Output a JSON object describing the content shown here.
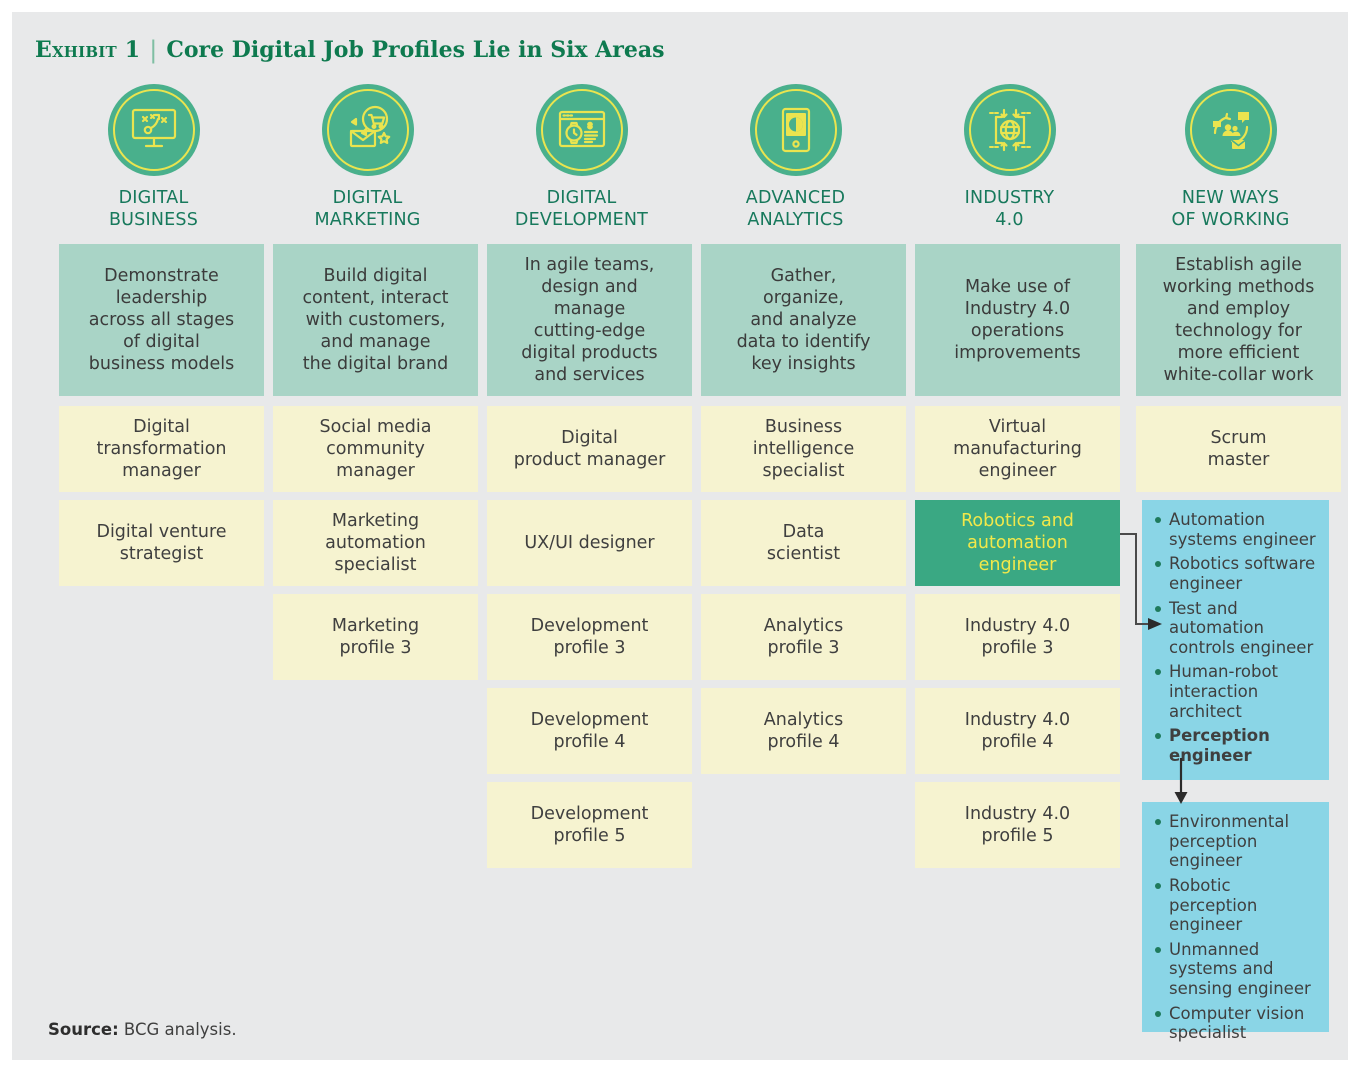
{
  "title": {
    "exhibit_label": "Exhibit 1",
    "separator": "|",
    "headline": "Core Digital Job Profiles Lie in Six Areas"
  },
  "columns": [
    {
      "icon": "strategy-screen-icon",
      "label_line1": "DIGITAL",
      "label_line2": "BUSINESS",
      "description": "Demonstrate\nleadership\nacross all stages\nof digital\nbusiness models",
      "profiles": [
        "Digital\ntransformation\nmanager",
        "Digital venture\nstrategist"
      ]
    },
    {
      "icon": "shopping-cart-mail-icon",
      "label_line1": "DIGITAL",
      "label_line2": "MARKETING",
      "description": "Build digital\ncontent, interact\nwith customers,\nand manage\nthe digital brand",
      "profiles": [
        "Social media\ncommunity\nmanager",
        "Marketing\nautomation\nspecialist",
        "Marketing\nprofile 3"
      ]
    },
    {
      "icon": "browser-window-watch-icon",
      "label_line1": "DIGITAL",
      "label_line2": "DEVELOPMENT",
      "description": "In agile teams,\ndesign and\nmanage\ncutting-edge\ndigital products\nand services",
      "profiles": [
        "Digital\nproduct manager",
        "UX/UI designer",
        "Development\nprofile 3",
        "Development\nprofile 4",
        "Development\nprofile 5"
      ]
    },
    {
      "icon": "tablet-pie-chart-icon",
      "label_line1": "ADVANCED",
      "label_line2": "ANALYTICS",
      "description": "Gather,\norganize,\nand analyze\ndata to identify\nkey insights",
      "profiles": [
        "Business\nintelligence\nspecialist",
        "Data\nscientist",
        "Analytics\nprofile 3",
        "Analytics\nprofile 4"
      ]
    },
    {
      "icon": "globe-network-icon",
      "label_line1": "INDUSTRY",
      "label_line2": "4.0",
      "description": "Make use of\nIndustry 4.0\noperations\nimprovements",
      "profiles": [
        "Virtual\nmanufacturing\nengineer",
        "Robotics and\nautomation\nengineer",
        "Industry 4.0\nprofile 3",
        "Industry 4.0\nprofile 4",
        "Industry 4.0\nprofile 5"
      ],
      "highlighted_profile_index": 1
    },
    {
      "icon": "collaboration-cycle-icon",
      "label_line1": "NEW WAYS",
      "label_line2": "OF WORKING",
      "description": "Establish agile\nworking methods\nand employ\ntechnology for\nmore efficient\nwhite-collar work",
      "profiles": [
        "Scrum\nmaster"
      ]
    }
  ],
  "callouts": [
    {
      "id": "robotics-automation-roles",
      "items": [
        {
          "text": "Automation systems engineer",
          "bold": false
        },
        {
          "text": "Robotics software engineer",
          "bold": false
        },
        {
          "text": "Test and automation controls engineer",
          "bold": false
        },
        {
          "text": "Human-robot interaction architect",
          "bold": false
        },
        {
          "text": "Perception engineer",
          "bold": true
        }
      ]
    },
    {
      "id": "perception-engineer-roles",
      "items": [
        {
          "text": "Environmental perception engineer",
          "bold": false
        },
        {
          "text": "Robotic perception engineer",
          "bold": false
        },
        {
          "text": "Unmanned systems and sensing engineer",
          "bold": false
        },
        {
          "text": "Computer vision specialist",
          "bold": false
        }
      ]
    }
  ],
  "source": {
    "label": "Source:",
    "text": " BCG analysis."
  },
  "colors": {
    "panel_background": "#e8e9ea",
    "title_green": "#0e7a4f",
    "icon_circle_green": "#49b08c",
    "icon_yellow": "#eae44f",
    "header_label_green": "#17795c",
    "description_teal": "#a9d4c6",
    "profile_cream": "#f6f3d0",
    "highlight_green": "#3aa883",
    "highlight_text_yellow": "#f2e84a",
    "callout_blue": "#8ad5e6",
    "bullet_green": "#1f7a5c",
    "connector_gray": "#4a4a4a"
  }
}
